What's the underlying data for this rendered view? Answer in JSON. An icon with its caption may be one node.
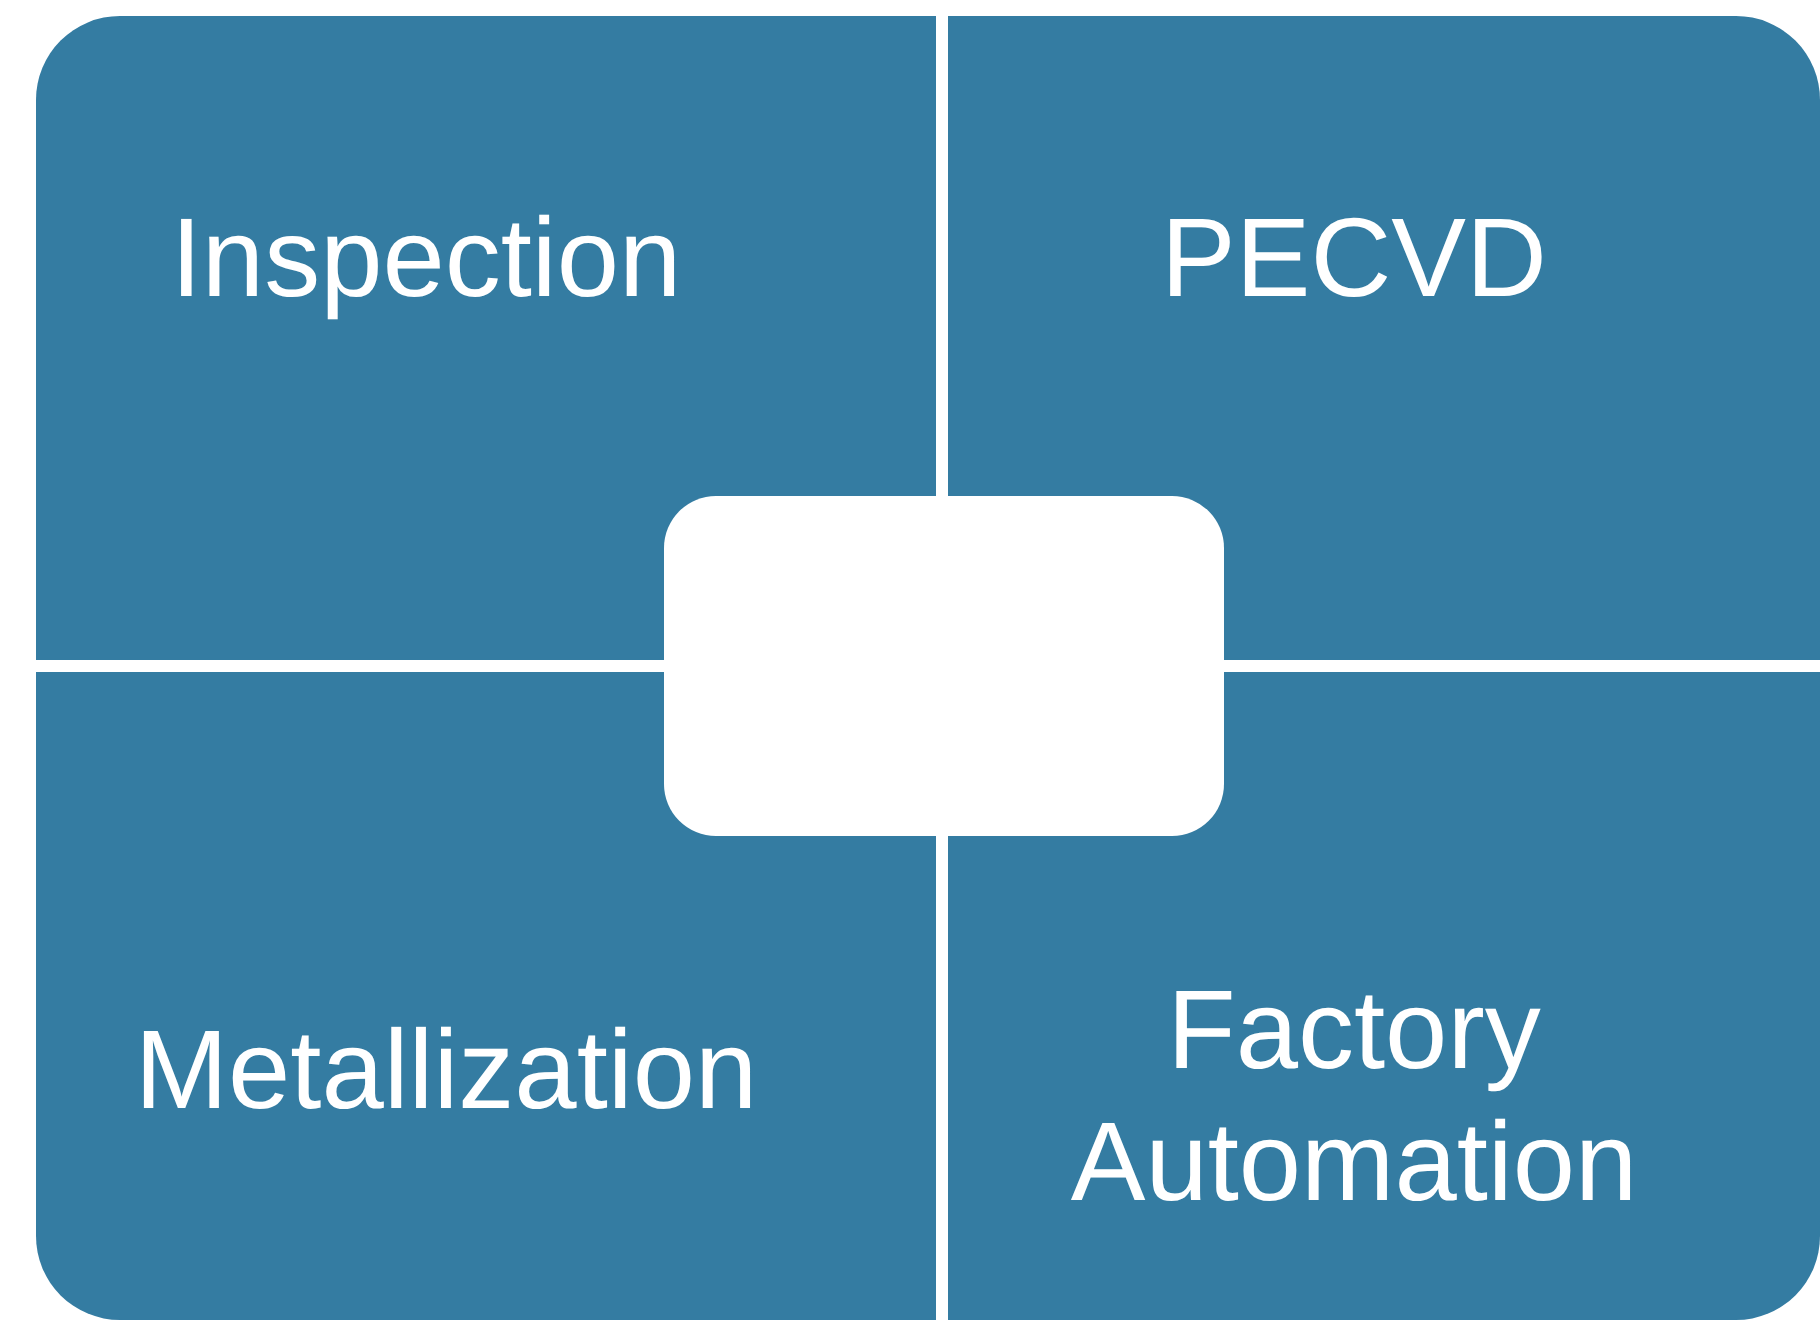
{
  "diagram": {
    "nodes": [
      {
        "text": [
          "Inspection"
        ]
      },
      {
        "text": [
          "PECVD"
        ]
      },
      {
        "text": [
          "Metallization"
        ]
      },
      {
        "text": [
          "Factory Automation"
        ]
      },
      {
        "text": [],
        "shape": "box"
      }
    ]
  }
}
